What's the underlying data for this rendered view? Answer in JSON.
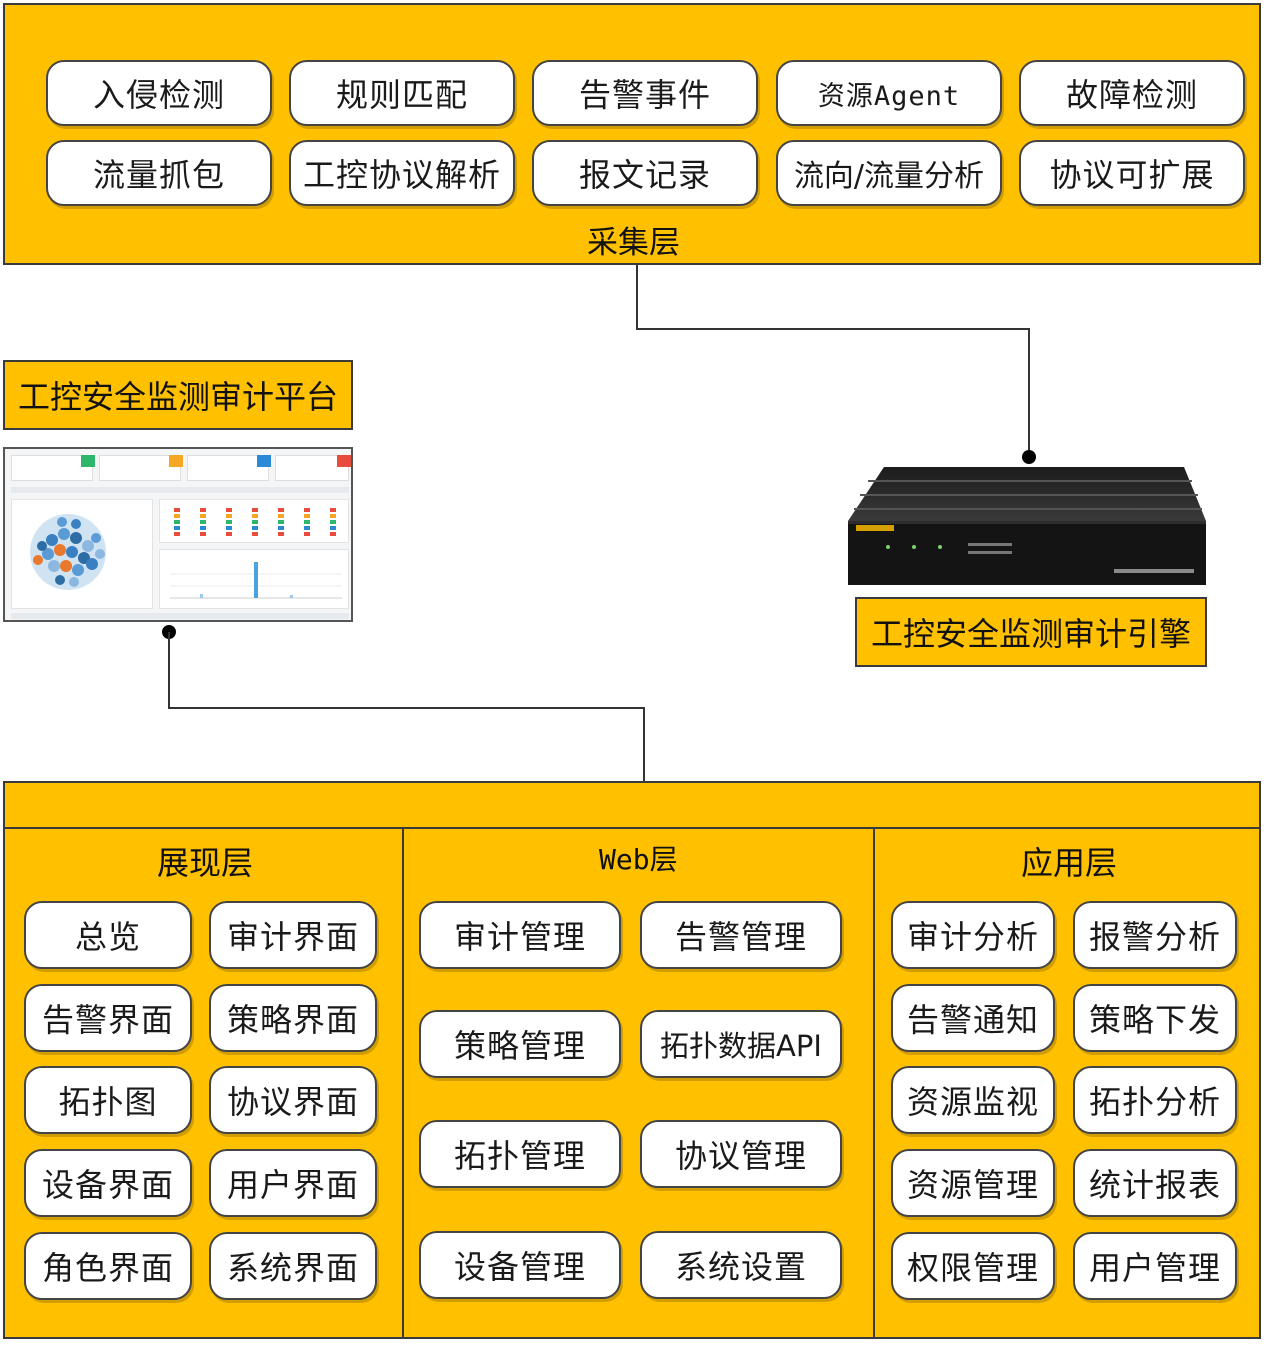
{
  "collection_layer": {
    "title": "采集层",
    "row1": [
      "入侵检测",
      "规则匹配",
      "告警事件",
      "资源Agent",
      "故障检测"
    ],
    "row2": [
      "流量抓包",
      "工控协议解析",
      "报文记录",
      "流向/流量分析",
      "协议可扩展"
    ]
  },
  "platform": {
    "label": "工控安全监测审计平台",
    "screenshot_name": "dashboard-screenshot"
  },
  "engine": {
    "label": "工控安全监测审计引擎"
  },
  "presentation_layer": {
    "title": "展现层",
    "items": [
      "总览",
      "审计界面",
      "告警界面",
      "策略界面",
      "拓扑图",
      "协议界面",
      "设备界面",
      "用户界面",
      "角色界面",
      "系统界面"
    ]
  },
  "web_layer": {
    "title": "Web层",
    "items": [
      "审计管理",
      "告警管理",
      "策略管理",
      "拓扑数据API",
      "拓扑管理",
      "协议管理",
      "设备管理",
      "系统设置"
    ]
  },
  "application_layer": {
    "title": "应用层",
    "items": [
      "审计分析",
      "报警分析",
      "告警通知",
      "策略下发",
      "资源监视",
      "拓扑分析",
      "资源管理",
      "统计报表",
      "权限管理",
      "用户管理"
    ]
  },
  "colors": {
    "panel": "#FFC000",
    "pill": "#FFFFFF",
    "border": "#3A3A3A",
    "connector": "#333333"
  }
}
